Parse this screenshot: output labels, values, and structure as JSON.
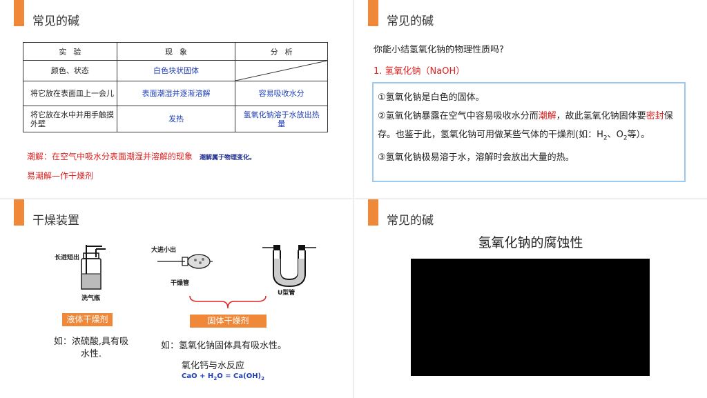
{
  "slide1": {
    "title": "常见的碱",
    "table": {
      "headers": [
        "实验",
        "现象",
        "分析"
      ],
      "rows": [
        [
          "颜色、状态",
          "白色块状固体",
          ""
        ],
        [
          "将它放在表面皿上一会儿",
          "表面潮湿并逐渐溶解",
          "容易吸收水分"
        ],
        [
          "将它放在水中并用手触摸外壁",
          "发热",
          "氢氧化钠溶于水放出热量"
        ]
      ]
    },
    "note_main": "潮解：在空气中吸水分表面潮湿并溶解的现象",
    "note_small": "潮解属于物理变化。",
    "note2": "易潮解—作干燥剂"
  },
  "slide2": {
    "title": "常见的碱",
    "question": "你能小结氢氧化钠的物理性质吗?",
    "subtitle": "1. 氢氧化钠（NaOH）",
    "p1": "①氢氧化钠是白色的固体。",
    "p2_a": "②氢氧化钠暴露在空气中容易吸收水分而",
    "p2_red1": "潮解",
    "p2_b": "，故此氢氧化钠固体要",
    "p2_red2": "密封",
    "p2_c": "保存。也鉴于此，氢氧化钠可用做某些气体的干燥剂(如：H",
    "p2_sub1": "2",
    "p2_d": "、O",
    "p2_sub2": "2",
    "p2_e": "等）。",
    "p3": "③氢氧化钠极易溶于水，溶解时会放出大量的热。"
  },
  "slide3": {
    "title": "干燥装置",
    "label_long_short": "长进短出",
    "label_wash_bottle": "洗气瓶",
    "label_big_small": "大进小出",
    "label_dry_tube": "干燥管",
    "label_u_tube": "U型管",
    "tag_liquid": "液体干燥剂",
    "tag_solid": "固体干燥剂",
    "text_liquid": "如：浓硫酸,具有吸水性.",
    "text_solid": "如：氢氧化钠固体具有吸水性。",
    "text_cao": "氧化钙与水反应",
    "eq_left": "CaO + H",
    "eq_sub1": "2",
    "eq_mid": "O = Ca(OH)",
    "eq_sub2": "2"
  },
  "slide4": {
    "title": "常见的碱",
    "content_title": "氢氧化钠的腐蚀性"
  },
  "colors": {
    "accent": "#f0883a",
    "red": "#e02020",
    "blue": "#1f3fb8",
    "box_border": "#9ec9ee"
  }
}
